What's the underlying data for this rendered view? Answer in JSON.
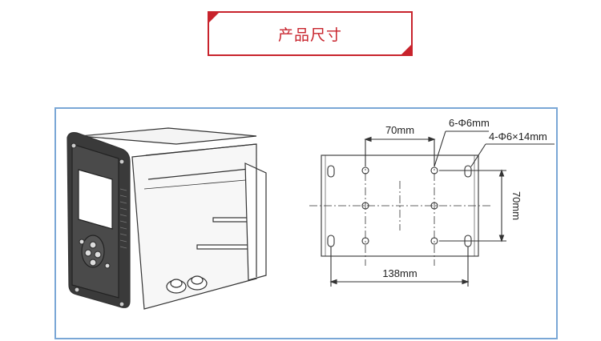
{
  "header": {
    "title": "产品尺寸"
  },
  "colors": {
    "accent": "#c8232c",
    "panel_border": "#7aa7d6",
    "line": "#333333"
  },
  "drawing": {
    "dim_top": "70mm",
    "dim_holes_round": "6-Φ6mm",
    "dim_holes_slot": "4-Φ6×14mm",
    "dim_right": "70mm",
    "dim_bottom": "138mm"
  }
}
